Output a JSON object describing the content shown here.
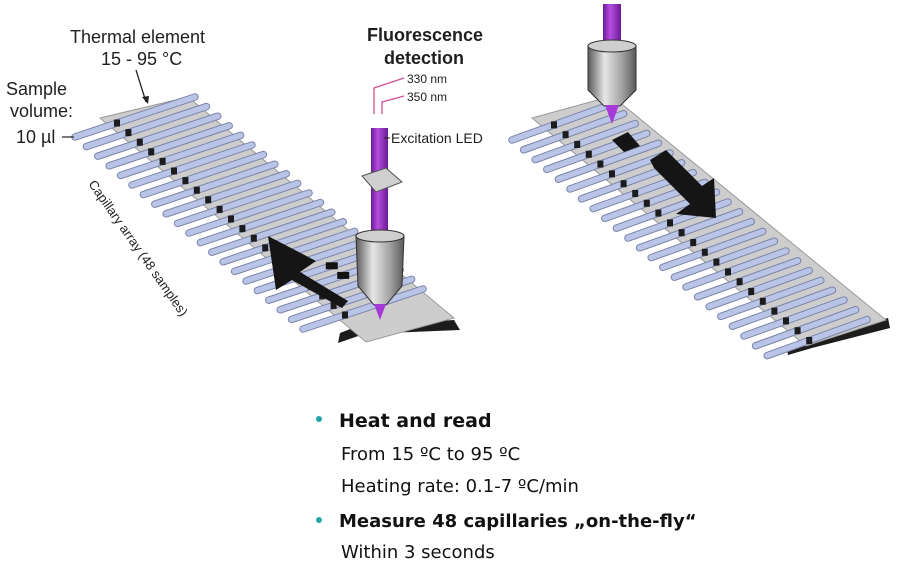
{
  "labels": {
    "thermal_element": "Thermal element",
    "temperature_range": "15 - 95 °C",
    "sample": "Sample",
    "volume": "volume:",
    "sample_volume": "10 µl",
    "fluorescence": "Fluorescence",
    "detection": "detection",
    "wavelength_1": "330 nm",
    "wavelength_2": "350 nm",
    "excitation_led": "Excitation LED",
    "capillary_array": "Capillary array (48 samples)"
  },
  "bullets": [
    {
      "heading": "Heat and read",
      "lines": [
        "From 15 ºC to 95 ºC",
        "Heating rate: 0.1-7 ºC/min"
      ]
    },
    {
      "heading": "Measure 48 capillaries „on-the-fly“",
      "lines": [
        "Within 3 seconds"
      ]
    }
  ],
  "colors": {
    "bullet": "#22a6a6",
    "capillary": "#b9c4e6",
    "beam": "#9b2fc9",
    "wavelength_line": "#d0509a"
  }
}
